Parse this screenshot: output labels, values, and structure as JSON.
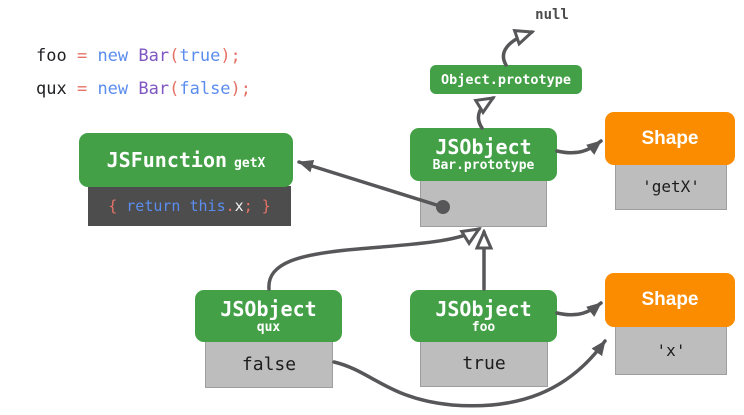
{
  "colors": {
    "green": "#43a047",
    "orange": "#fb8c00",
    "slot_bg": "#bdbdbd",
    "slot_border": "#9e9e9e",
    "code_bg": "#4d4d4d",
    "arrow": "#57575a",
    "code_red": "#e57368",
    "code_blue": "#5b8def",
    "code_purple": "#7e57c2",
    "code_dark": "#202124"
  },
  "code_snippet": {
    "line1": [
      {
        "t": "foo"
      },
      {
        "t": " = "
      },
      {
        "t": "new"
      },
      {
        "t": " Bar"
      },
      {
        "t": "("
      },
      {
        "t": "true"
      },
      {
        "t": ");"
      }
    ],
    "line2": [
      {
        "t": "qux"
      },
      {
        "t": " = "
      },
      {
        "t": "new"
      },
      {
        "t": " Bar"
      },
      {
        "t": "("
      },
      {
        "t": "false"
      },
      {
        "t": ");"
      }
    ]
  },
  "null_label": "null",
  "object_prototype": {
    "label": "Object.prototype"
  },
  "bar_prototype": {
    "title": "JSObject",
    "subtitle": "Bar.prototype",
    "slot": ""
  },
  "jsfunction": {
    "title": "JSFunction",
    "badge": "getX",
    "code_tokens": [
      {
        "t": "{ "
      },
      {
        "t": "return this"
      },
      {
        "t": "."
      },
      {
        "t": "x"
      },
      {
        "t": "; }"
      }
    ]
  },
  "shape_getx": {
    "title": "Shape",
    "slot": "'getX'"
  },
  "shape_x": {
    "title": "Shape",
    "slot": "'x'"
  },
  "qux": {
    "title": "JSObject",
    "subtitle": "qux",
    "slot": "false"
  },
  "foo": {
    "title": "JSObject",
    "subtitle": "foo",
    "slot": "true"
  }
}
